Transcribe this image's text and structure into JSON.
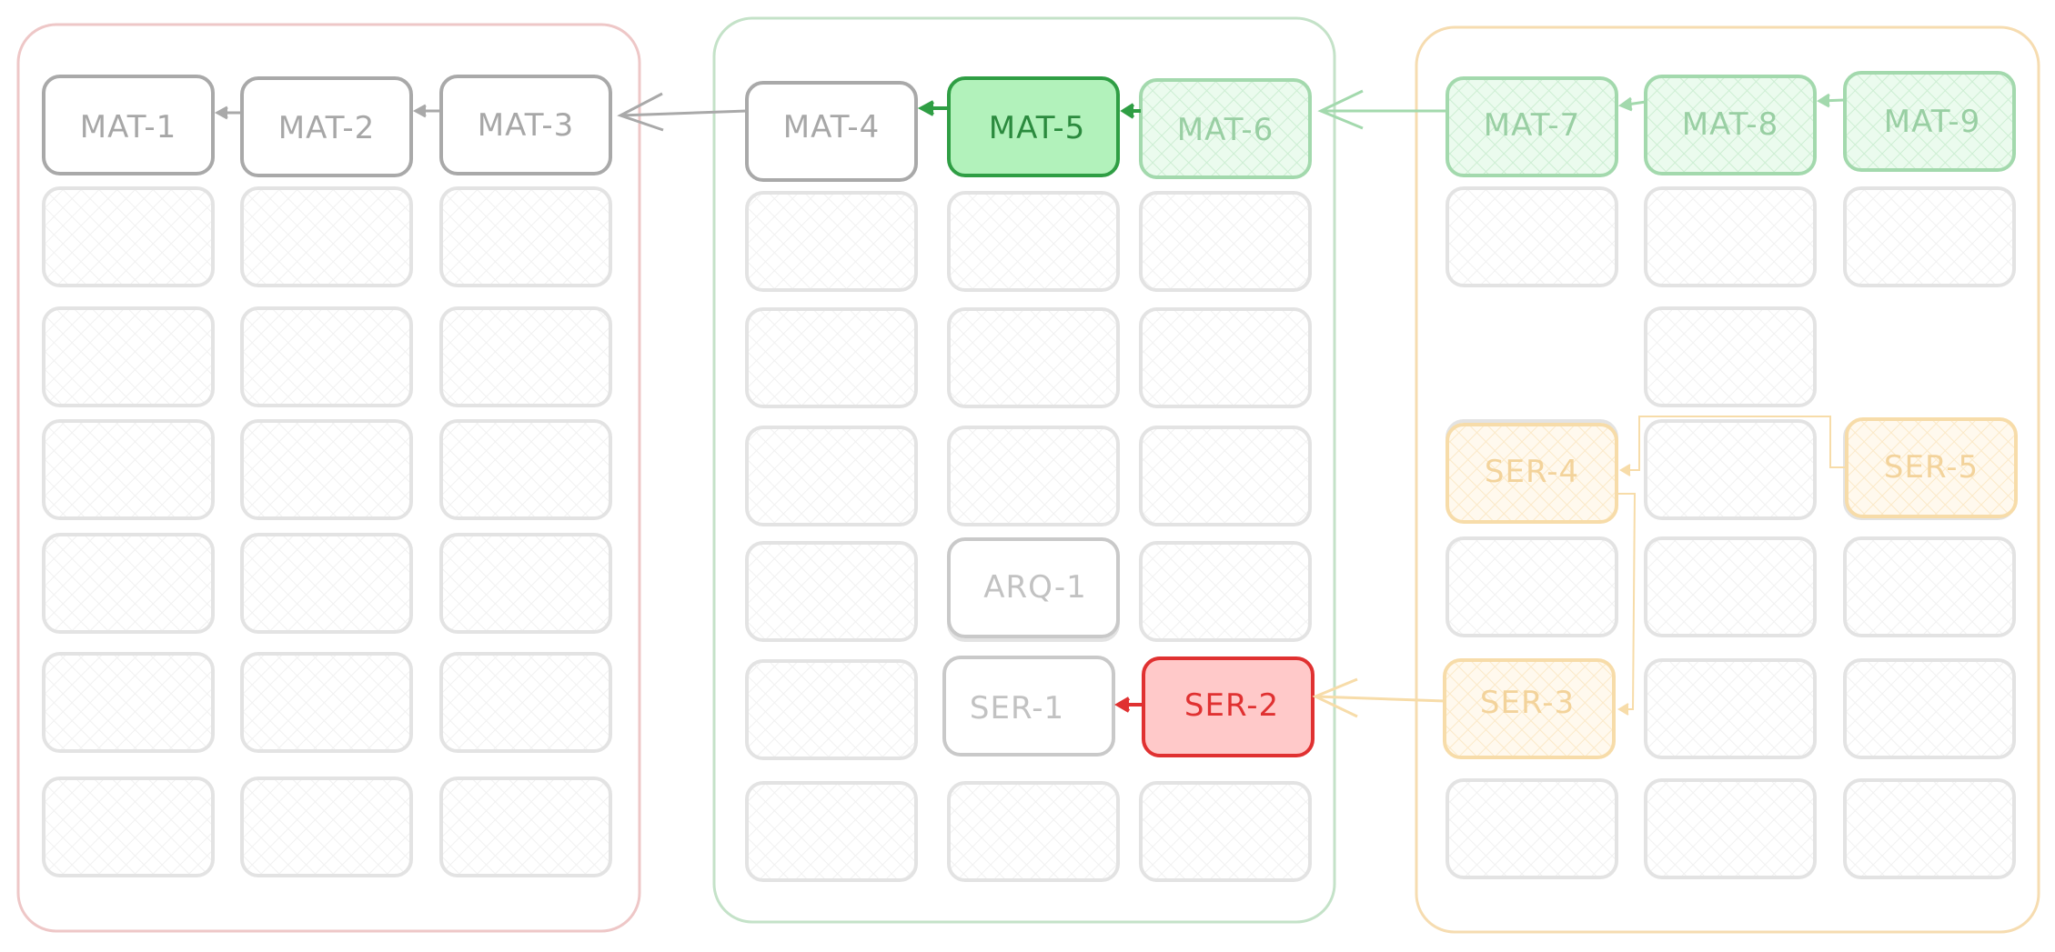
{
  "colors": {
    "red_frame": "#eec7c7",
    "green_frame": "#c4e2c8",
    "orange_frame": "#f6dcb0",
    "empty_stroke": "#e3e3e3",
    "empty_hatch": "#f1f1f1",
    "gray_stroke": "#a9a9a9",
    "gray_text": "#a7a7a7",
    "light_gray_stroke": "#c9c9c9",
    "light_gray_text": "#c2c2c2",
    "active_green_fill": "#b2f2bb",
    "active_green_stroke": "#2f9e44",
    "active_green_text": "#2b8a3e",
    "pale_green_fill": "#ebfbee",
    "pale_green_hatch": "#cdeed3",
    "pale_green_stroke": "#a3d9ad",
    "pale_green_text": "#99cfa3",
    "red_fill": "#ffc9c9",
    "red_stroke": "#e03131",
    "red_text": "#e03131",
    "orange_fill": "#fff9ee",
    "orange_hatch": "#fbe9c8",
    "orange_stroke": "#f7dca9",
    "orange_text": "#f3d39b"
  },
  "nodes": {
    "mat1": "MAT-1",
    "mat2": "MAT-2",
    "mat3": "MAT-3",
    "mat4": "MAT-4",
    "mat5": "MAT-5",
    "mat6": "MAT-6",
    "mat7": "MAT-7",
    "mat8": "MAT-8",
    "mat9": "MAT-9",
    "arq1": "ARQ-1",
    "ser1": "SER-1",
    "ser2": "SER-2",
    "ser3": "SER-3",
    "ser4": "SER-4",
    "ser5": "SER-5"
  }
}
